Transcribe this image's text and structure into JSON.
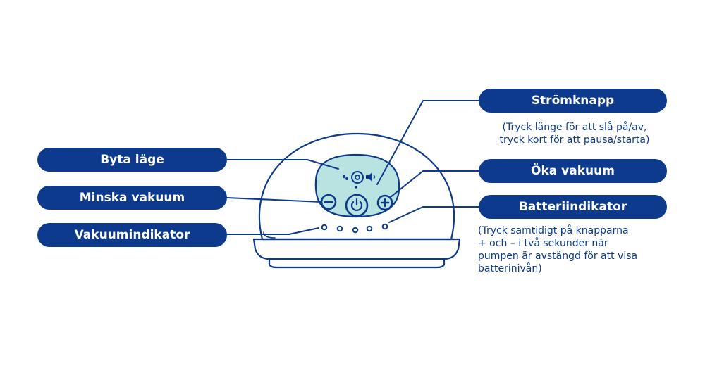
{
  "labels": {
    "power": "Strömknapp",
    "power_note_line1": "(Tryck länge för att slå på/av,",
    "power_note_line2": "tryck kort för att pausa/starta)",
    "mode": "Byta läge",
    "increase": "Öka vakuum",
    "decrease": "Minska vakuum",
    "battery": "Batteriindikator",
    "battery_note_line1": "(Tryck samtidigt på knapparna",
    "battery_note_line2": "+ och – i två sekunder när",
    "battery_note_line3": "pumpen är avstängd för att visa",
    "battery_note_line4": "batterinivån)",
    "vacuum_indicator": "Vakuumindikator"
  },
  "colors": {
    "brand": "#0d3a8c",
    "panel": "#b9e3e0",
    "background": "#ffffff"
  },
  "icons": [
    "power-icon",
    "minus-icon",
    "plus-icon",
    "mode-icon",
    "droplet-icon",
    "speaker-icon"
  ],
  "indicator_light_count": 5
}
